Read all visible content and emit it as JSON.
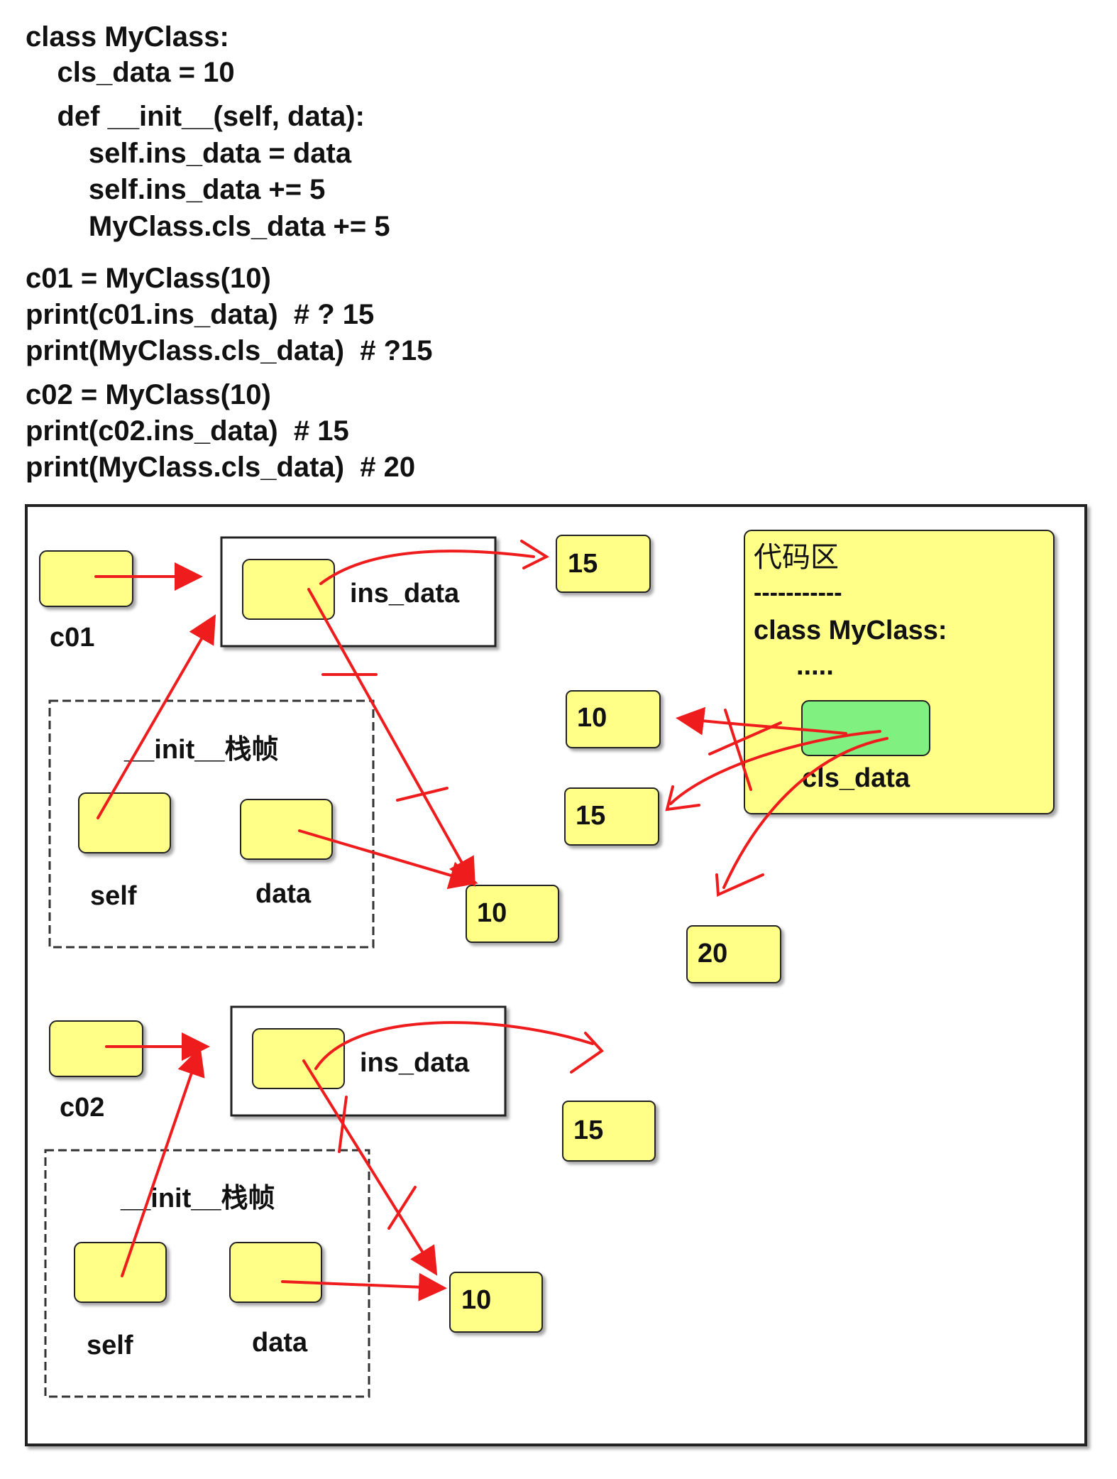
{
  "code": {
    "lines": [
      "class MyClass:",
      "    cls_data = 10",
      "    def __init__(self, data):",
      "        self.ins_data = data",
      "        self.ins_data += 5",
      "        MyClass.cls_data += 5",
      "c01 = MyClass(10)",
      "print(c01.ins_data)  # ? 15",
      "print(MyClass.cls_data)  # ?15",
      "c02 = MyClass(10)",
      "print(c02.ins_data)  # 15",
      "print(MyClass.cls_data)  # 20"
    ]
  },
  "diagram": {
    "instance1": {
      "var_label": "c01",
      "attr_label": "ins_data",
      "frame_title": "__init__栈帧",
      "self_label": "self",
      "data_label": "data",
      "value_new": "15",
      "value_old": "10"
    },
    "instance2": {
      "var_label": "c02",
      "attr_label": "ins_data",
      "frame_title": "__init__栈帧",
      "self_label": "self",
      "data_label": "data",
      "value_new": "15",
      "value_old": "10"
    },
    "code_area": {
      "title": "代码区",
      "separator": "-----------",
      "class_line": "class MyClass:",
      "ellipsis": ".....",
      "cls_attr_label": "cls_data"
    },
    "cls_values": [
      "10",
      "15",
      "20"
    ],
    "colors": {
      "box_fill": "#ffff88",
      "cls_fill": "#80f080",
      "code_area_fill": "#ffff88",
      "arrow": "#ee1c1c",
      "border": "#222222"
    }
  }
}
